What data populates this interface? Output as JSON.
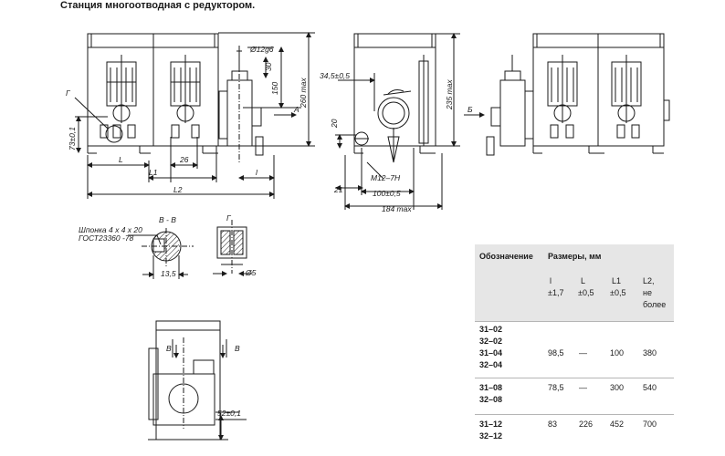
{
  "title": "Станция многоотводная с редуктором.",
  "drawing": {
    "labels": {
      "shaft_diameter": "Ø12g6",
      "dim_30": "30",
      "dim_150": "150",
      "height_max": "260 max",
      "view_a": "A",
      "detail_g": "Г",
      "dim_73": "73±0,1",
      "dim_26": "26",
      "dim_L": "L",
      "dim_L1": "L1",
      "dim_l": "l",
      "dim_L2": "L2",
      "dim_34": "34,5±0,5",
      "dim_235": "235 max",
      "dim_20": "20",
      "thread": "M12–7H",
      "dim_21": "21",
      "dim_100": "100±0,5",
      "dim_184": "184 max",
      "view_b": "Б",
      "key_line1": "Шпонка 4 x 4 x 20",
      "key_line2": "ГОСТ23360 -78",
      "section_bb": "В - В",
      "detail_g2": "Г",
      "dim_13_5": "13,5",
      "dim_d5": "Ø5",
      "view_v_left": "В",
      "view_v_right": "В",
      "dim_52": "52±0,1"
    }
  },
  "table": {
    "header_designation": "Обозначение",
    "header_sizes": "Размеры, мм",
    "col_l": "l",
    "col_l_tol": "±1,7",
    "col_L": "L",
    "col_L_tol": "±0,5",
    "col_L1": "L1",
    "col_L1_tol": "±0,5",
    "col_L2": "L2,",
    "col_L2_note1": "не",
    "col_L2_note2": "более",
    "rows": [
      {
        "designations": [
          "31–02",
          "32–02",
          "31–04",
          "32–04"
        ],
        "l": "98,5",
        "L": "—",
        "L1": "100",
        "L2": "380"
      },
      {
        "designations": [
          "31–08",
          "32–08"
        ],
        "l": "78,5",
        "L": "—",
        "L1": "300",
        "L2": "540"
      },
      {
        "designations": [
          "31–12",
          "32–12"
        ],
        "l": "83",
        "L": "226",
        "L1": "452",
        "L2": "700"
      }
    ]
  }
}
